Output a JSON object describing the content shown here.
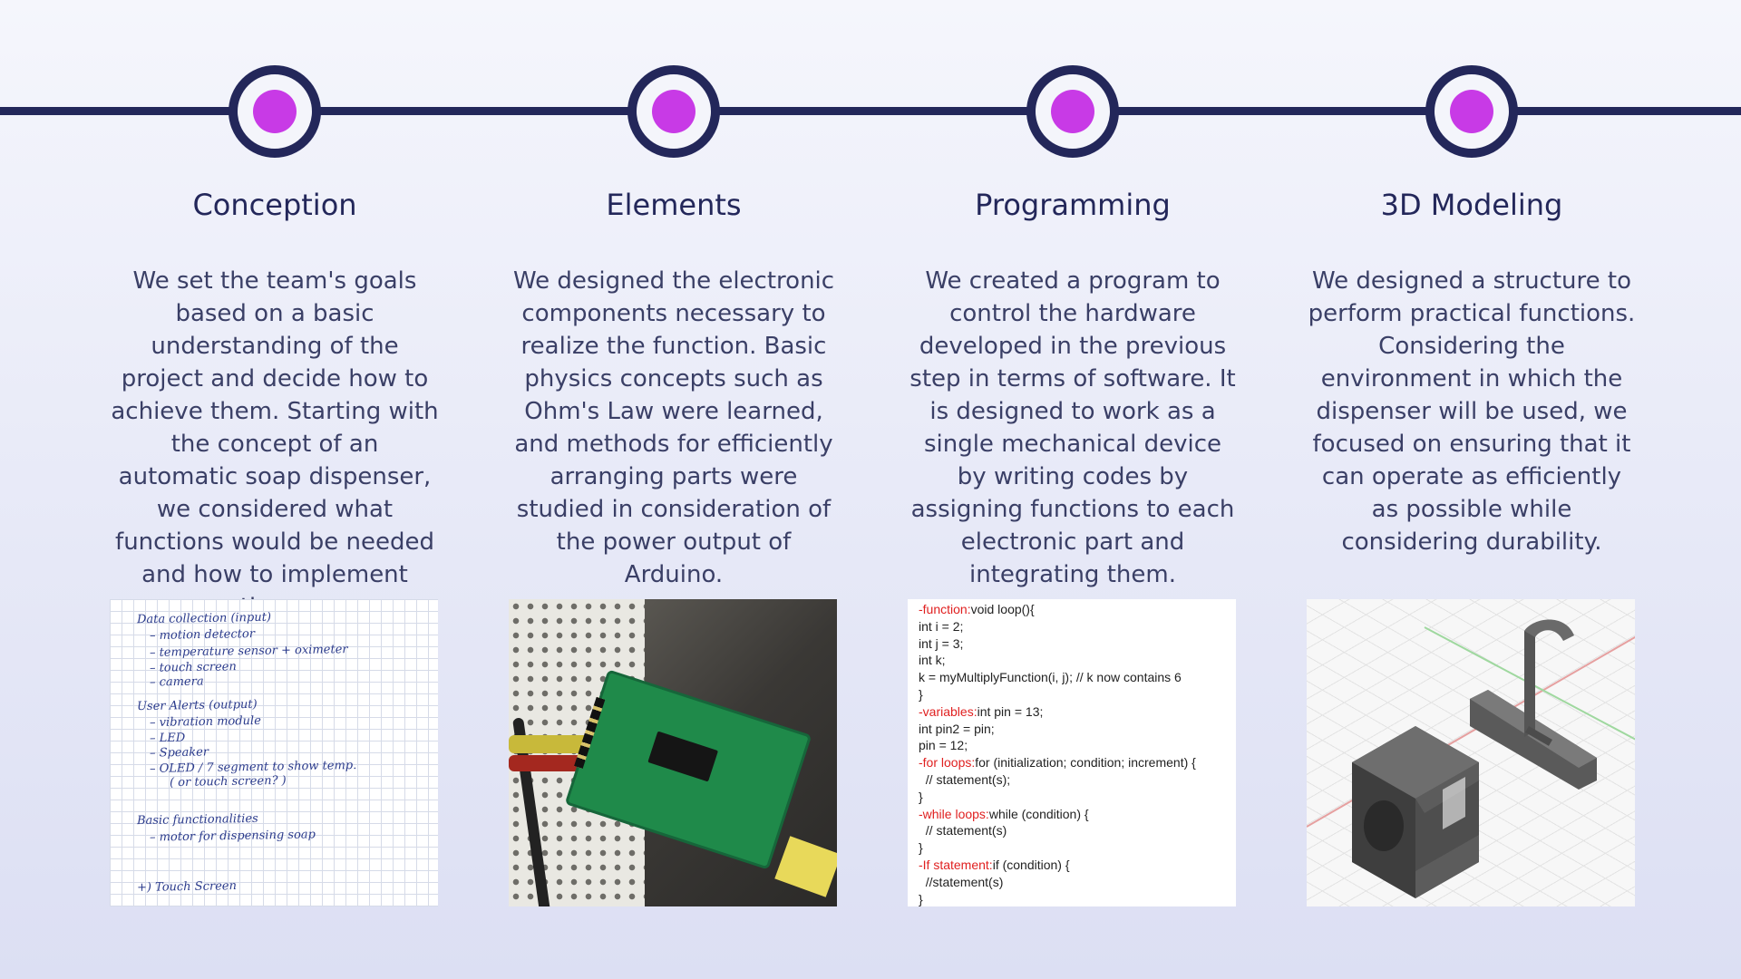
{
  "colors": {
    "line": "#23275a",
    "dot": "#c83ae6",
    "text": "#3a3f66",
    "title": "#23275a"
  },
  "steps": [
    {
      "title": "Conception",
      "description": "We set the team's goals based on a basic understanding of the project and decide how to achieve them. Starting with the concept of an automatic soap dispenser, we considered what functions would be needed and how to implement them.",
      "image": {
        "lines": [
          "Data collection (input)",
          "– motion detector",
          "– temperature sensor + oximeter",
          "– touch screen",
          "– camera",
          "User Alerts (output)",
          "– vibration module",
          "– LED",
          "– Speaker",
          "– OLED / 7 segment to show temp.",
          "( or touch screen? )",
          "Basic functionalities",
          "– motor for dispensing soap",
          "+) Touch Screen"
        ]
      }
    },
    {
      "title": "Elements",
      "description": "We designed the electronic components necessary to realize the function. Basic physics concepts such as Ohm's Law were learned, and methods for efficiently arranging parts were studied in consideration of the power output of Arduino.",
      "image": {
        "icon": "circuit-board-photo"
      }
    },
    {
      "title": "Programming",
      "description": "We created a program to control the hardware developed in the previous step in terms of software. It is designed to work as a single mechanical device by writing codes by assigning functions to each electronic part and integrating them.",
      "image": {
        "lines": [
          {
            "kw": "-function:",
            "text": "void loop(){"
          },
          {
            "kw": "",
            "text": "int i = 2;"
          },
          {
            "kw": "",
            "text": "int j = 3;"
          },
          {
            "kw": "",
            "text": "int k;"
          },
          {
            "kw": "",
            "text": "k = myMultiplyFunction(i, j); // k now contains 6"
          },
          {
            "kw": "",
            "text": "}"
          },
          {
            "kw": "-variables:",
            "text": "int pin = 13;"
          },
          {
            "kw": "",
            "text": "int pin2 = pin;"
          },
          {
            "kw": "",
            "text": "pin = 12;"
          },
          {
            "kw": "-for loops:",
            "text": "for (initialization; condition; increment) {"
          },
          {
            "kw": "",
            "text": "  // statement(s);"
          },
          {
            "kw": "",
            "text": "}"
          },
          {
            "kw": "-while loops:",
            "text": "while (condition) {"
          },
          {
            "kw": "",
            "text": "  // statement(s)"
          },
          {
            "kw": "",
            "text": "}"
          },
          {
            "kw": "-If statement:",
            "text": "if (condition) {"
          },
          {
            "kw": "",
            "text": "  //statement(s)"
          },
          {
            "kw": "",
            "text": "}"
          }
        ]
      }
    },
    {
      "title": "3D Modeling",
      "description": "We designed a structure to perform practical functions. Considering the environment in which the dispenser will be used, we focused on ensuring that it can operate as efficiently as possible while considering durability.",
      "image": {
        "icon": "3d-model-render"
      }
    }
  ]
}
